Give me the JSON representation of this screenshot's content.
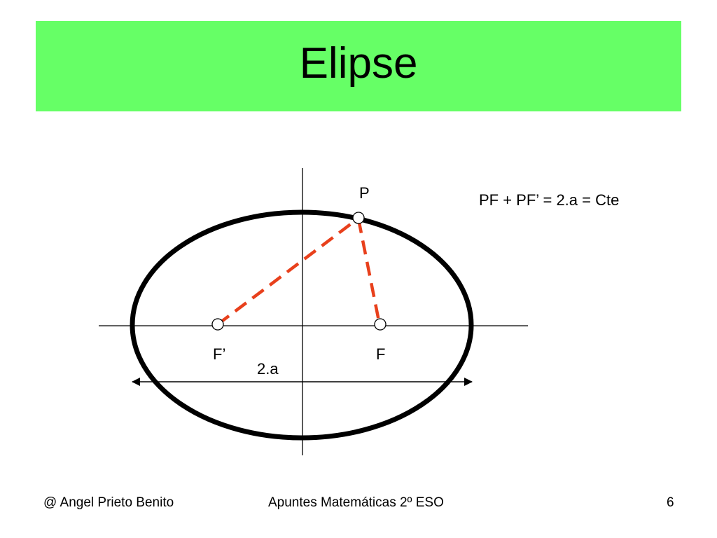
{
  "slide": {
    "title": "Elipse",
    "banner_color": "#66ff66"
  },
  "diagram": {
    "point_p_label": "P",
    "focus_left_label": "F’",
    "focus_right_label": "F",
    "major_axis_label": "2.a",
    "formula": "PF + PF’ = 2.a = Cte",
    "dash_color": "#e8401c",
    "curve_color": "#000000"
  },
  "footer": {
    "author": "@  Angel Prieto Benito",
    "course": "Apuntes Matemáticas 2º ESO",
    "page_number": "6"
  }
}
